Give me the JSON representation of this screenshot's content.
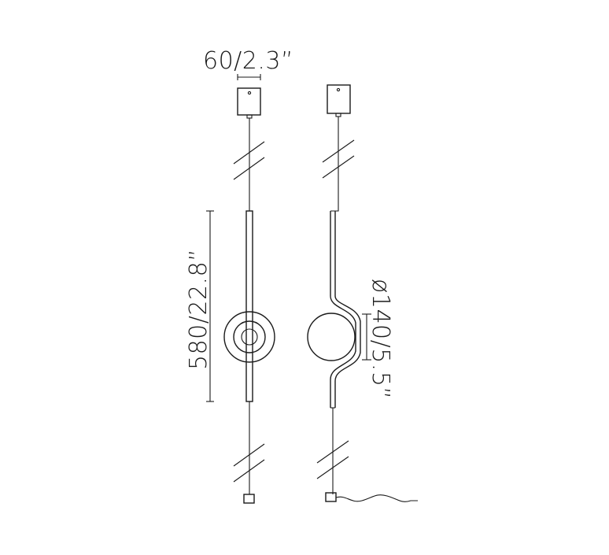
{
  "dimensions": {
    "canopy_width": "60/2.3”",
    "body_height": "580/22.8”",
    "globe_diameter": "ø140/5.5”"
  },
  "colors": {
    "line": "#1a1a1a",
    "background": "#ffffff"
  }
}
